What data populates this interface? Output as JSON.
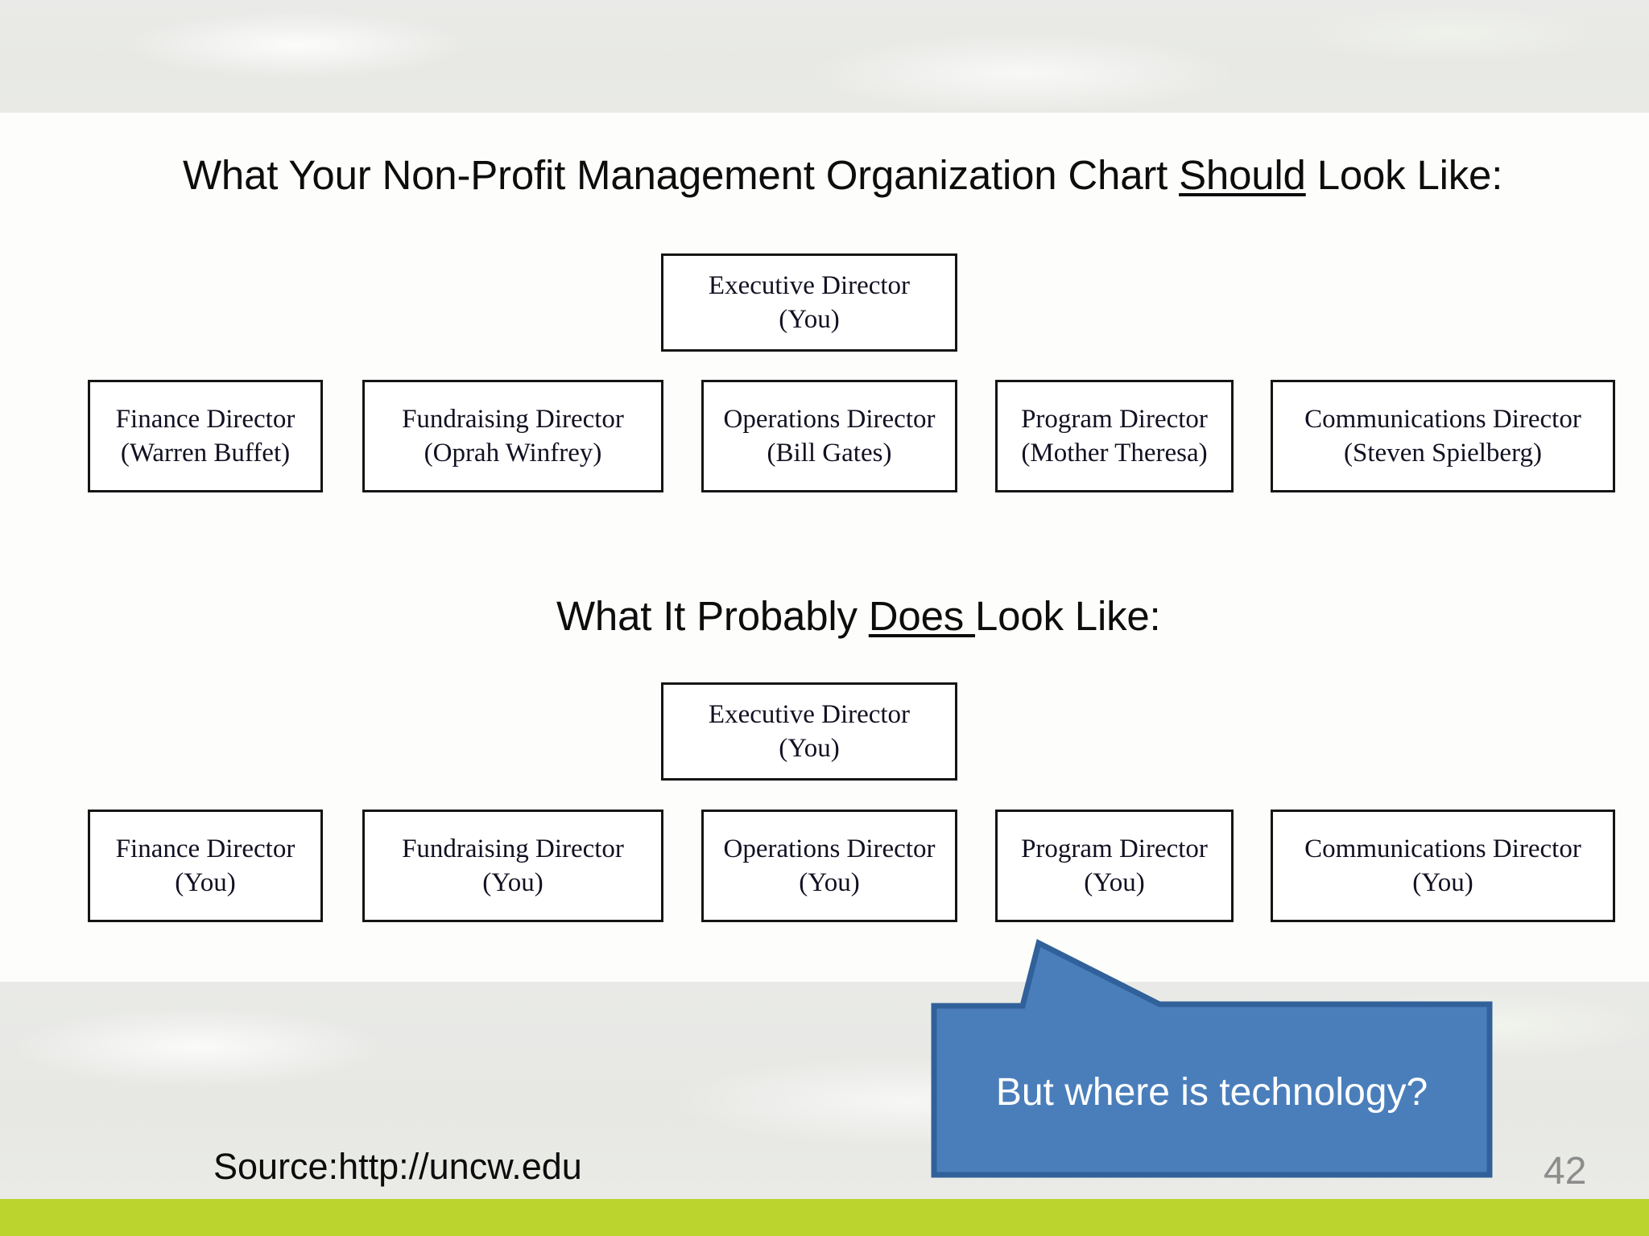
{
  "slide": {
    "page_number": "42",
    "source_text": "Source:http://uncw.edu",
    "accent_green": "#bcd42e",
    "band_gray": "#e9eae6",
    "callout_fill": "#4a7ebb",
    "callout_border": "#31619a"
  },
  "section_should": {
    "heading_prefix": "What Your Non-Profit Management Organization Chart ",
    "heading_underlined": "Should",
    "heading_suffix": " Look Like:",
    "root": {
      "title": "Executive Director",
      "name": "(You)"
    },
    "directors": [
      {
        "title": "Finance Director",
        "name": "(Warren Buffet)"
      },
      {
        "title": "Fundraising Director",
        "name": "(Oprah Winfrey)"
      },
      {
        "title": "Operations Director",
        "name": "(Bill Gates)"
      },
      {
        "title": "Program Director",
        "name": "(Mother Theresa)"
      },
      {
        "title": "Communications Director",
        "name": "(Steven Spielberg)"
      }
    ]
  },
  "section_does": {
    "heading_prefix": "What It Probably ",
    "heading_underlined": "Does ",
    "heading_suffix": "Look Like:",
    "root": {
      "title": "Executive Director",
      "name": "(You)"
    },
    "directors": [
      {
        "title": "Finance Director",
        "name": "(You)"
      },
      {
        "title": "Fundraising Director",
        "name": "(You)"
      },
      {
        "title": "Operations Director",
        "name": "(You)"
      },
      {
        "title": "Program Director",
        "name": "(You)"
      },
      {
        "title": "Communications Director",
        "name": "(You)"
      }
    ]
  },
  "callout": {
    "text": "But where is technology?"
  }
}
